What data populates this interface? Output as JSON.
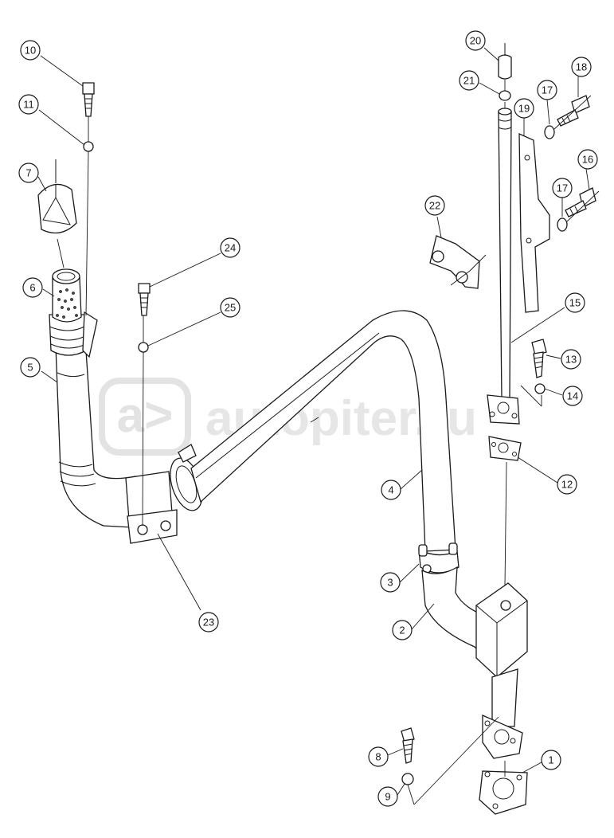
{
  "watermark": {
    "text": "autopiter.ru",
    "logo_glyph": "a>",
    "color": "#e6e6e6"
  },
  "callouts": [
    {
      "id": "c1",
      "label": "1"
    },
    {
      "id": "c2",
      "label": "2"
    },
    {
      "id": "c3",
      "label": "3"
    },
    {
      "id": "c4",
      "label": "4"
    },
    {
      "id": "c5",
      "label": "5"
    },
    {
      "id": "c6",
      "label": "6"
    },
    {
      "id": "c7",
      "label": "7"
    },
    {
      "id": "c8",
      "label": "8"
    },
    {
      "id": "c9",
      "label": "9"
    },
    {
      "id": "c10",
      "label": "10"
    },
    {
      "id": "c11",
      "label": "11"
    },
    {
      "id": "c12",
      "label": "12"
    },
    {
      "id": "c13",
      "label": "13"
    },
    {
      "id": "c14",
      "label": "14"
    },
    {
      "id": "c15",
      "label": "15"
    },
    {
      "id": "c16",
      "label": "16"
    },
    {
      "id": "c17a",
      "label": "17"
    },
    {
      "id": "c17b",
      "label": "17"
    },
    {
      "id": "c18",
      "label": "18"
    },
    {
      "id": "c19",
      "label": "19"
    },
    {
      "id": "c20",
      "label": "20"
    },
    {
      "id": "c21",
      "label": "21"
    },
    {
      "id": "c22",
      "label": "22"
    },
    {
      "id": "c23",
      "label": "23"
    },
    {
      "id": "c24",
      "label": "24"
    },
    {
      "id": "c25",
      "label": "25"
    }
  ]
}
